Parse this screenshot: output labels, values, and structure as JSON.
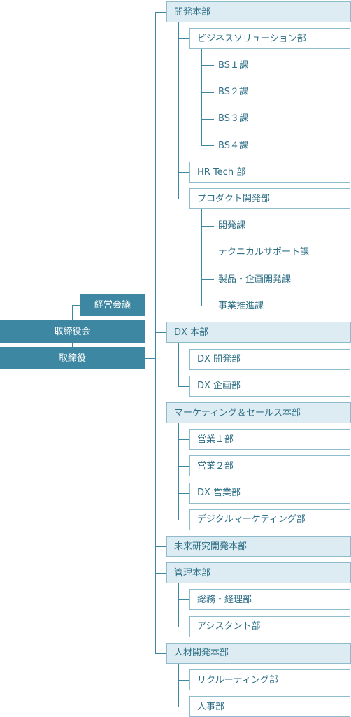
{
  "board": {
    "council": "経営会議",
    "board_of_directors": "取締役会",
    "directors": "取締役"
  },
  "divisions": [
    {
      "name": "開発本部",
      "departments": [
        {
          "name": "ビジネスソリューション部",
          "sections": [
            "BS１課",
            "BS２課",
            "BS３課",
            "BS４課"
          ]
        },
        {
          "name": "HR Tech 部",
          "sections": []
        },
        {
          "name": "プロダクト開発部",
          "sections": [
            "開発課",
            "テクニカルサポート課",
            "製品・企画開発課",
            "事業推進課"
          ]
        }
      ]
    },
    {
      "name": "DX 本部",
      "departments": [
        {
          "name": "DX 開発部",
          "sections": []
        },
        {
          "name": "DX 企画部",
          "sections": []
        }
      ]
    },
    {
      "name": "マーケティング＆セールス本部",
      "departments": [
        {
          "name": "営業１部",
          "sections": []
        },
        {
          "name": "営業２部",
          "sections": []
        },
        {
          "name": "DX 営業部",
          "sections": []
        },
        {
          "name": "デジタルマーケティング部",
          "sections": []
        }
      ]
    },
    {
      "name": "未来研究開発本部",
      "departments": []
    },
    {
      "name": "管理本部",
      "departments": [
        {
          "name": "総務・経理部",
          "sections": []
        },
        {
          "name": "アシスタント部",
          "sections": []
        }
      ]
    },
    {
      "name": "人材開発本部",
      "departments": [
        {
          "name": "リクルーティング部",
          "sections": []
        },
        {
          "name": "人事部",
          "sections": []
        }
      ]
    }
  ]
}
